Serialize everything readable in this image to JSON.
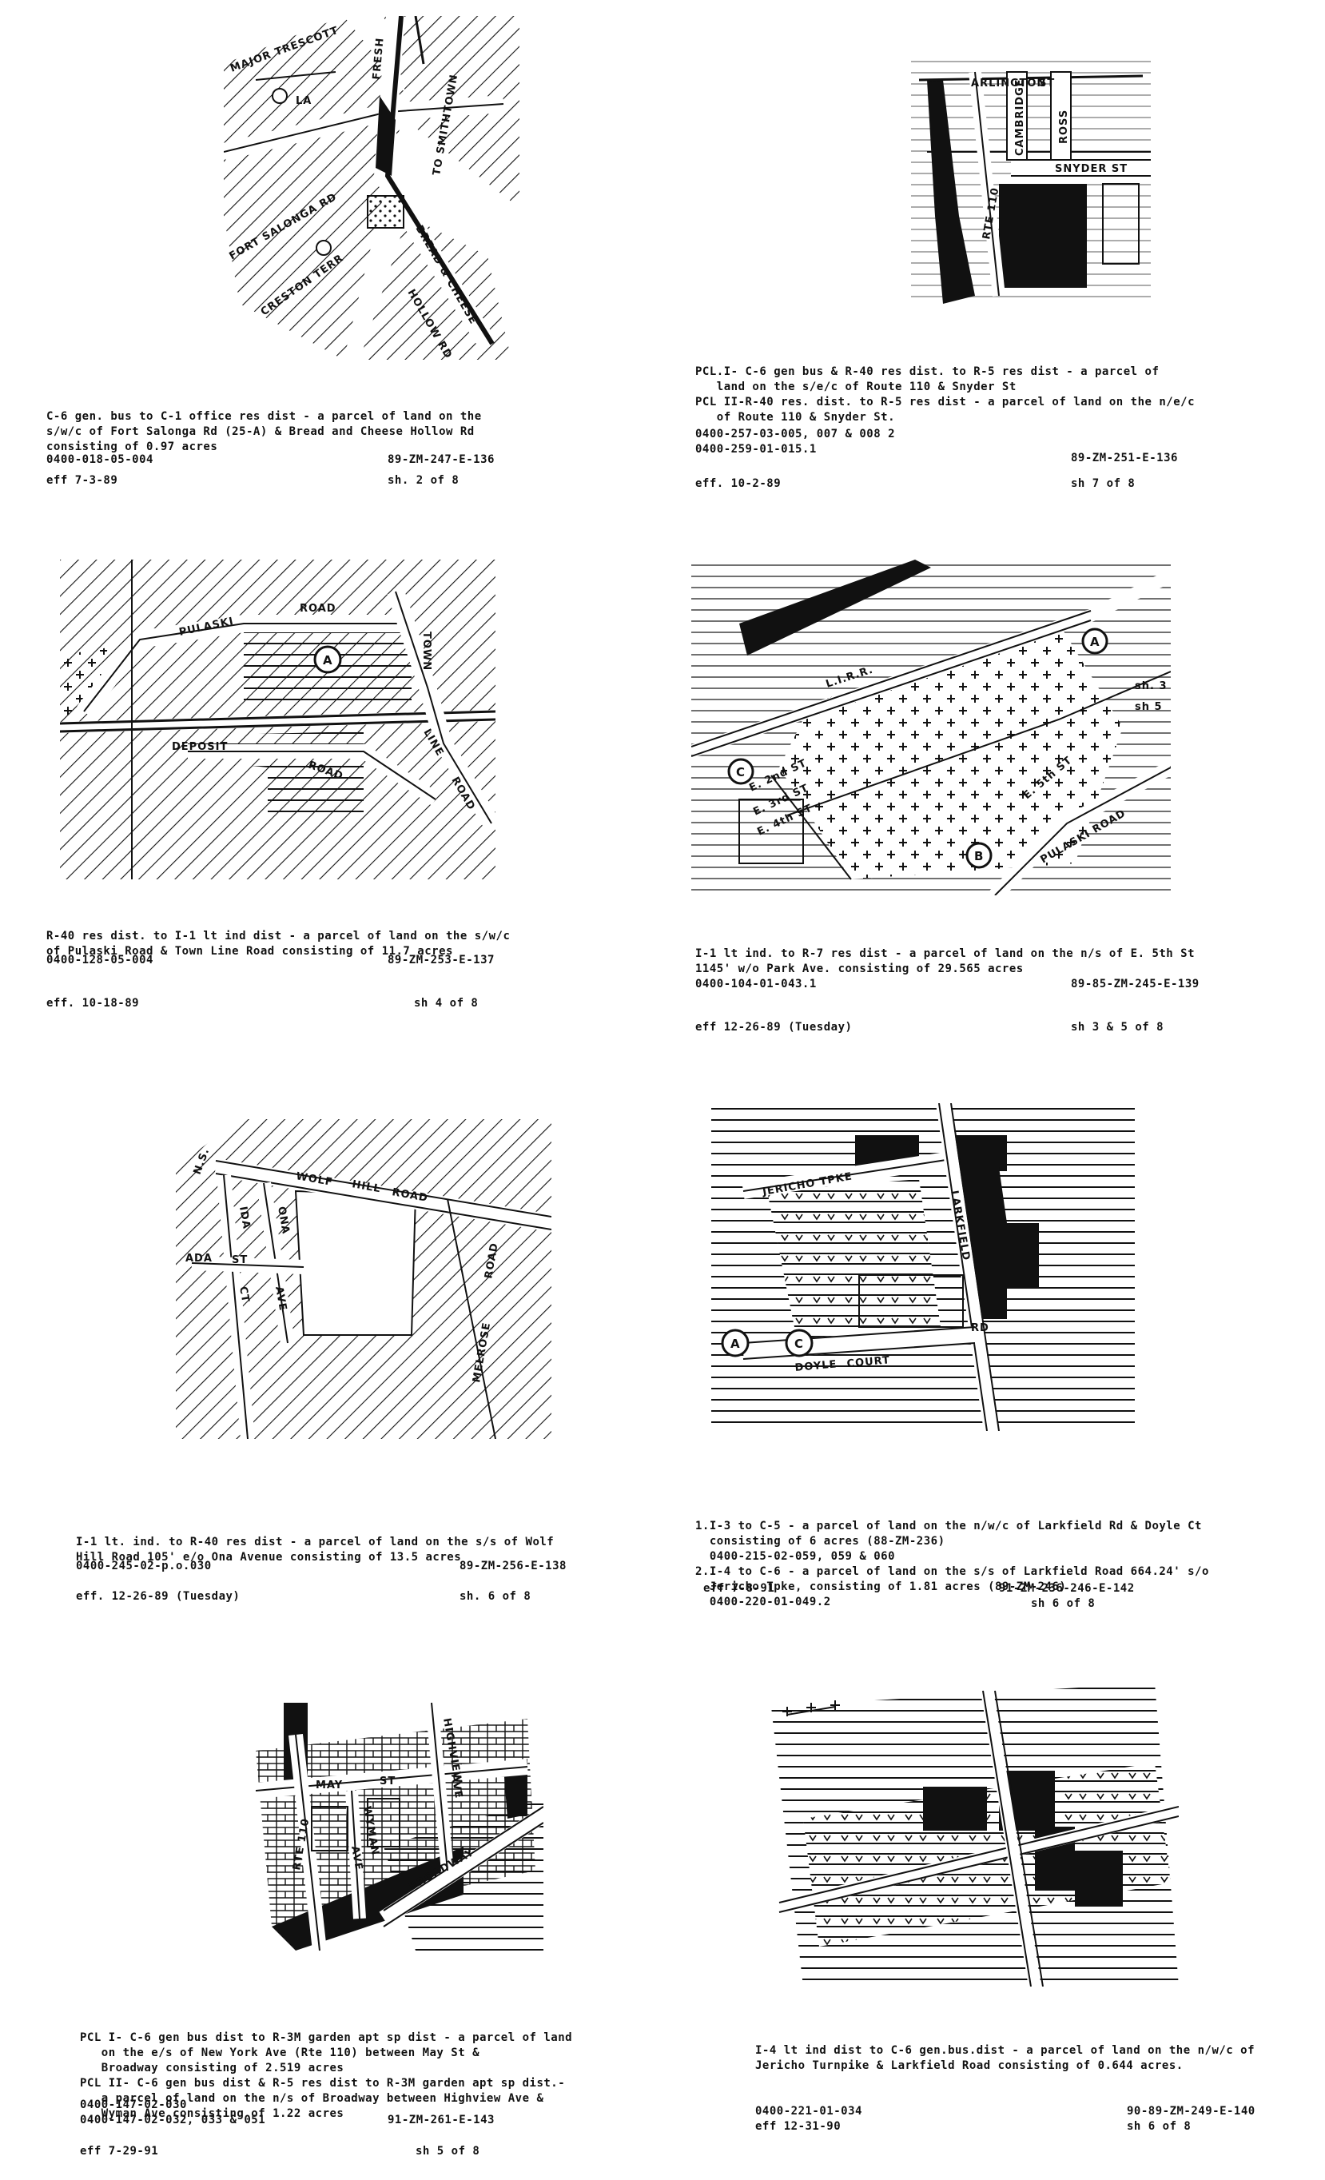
{
  "pages": [
    {
      "caption": [
        "C-6 gen. bus to C-1 office res dist - a parcel of land on the",
        "s/w/c of Fort Salonga Rd (25-A) & Bread and Cheese Hollow Rd",
        "consisting of 0.97 acres"
      ],
      "tax": "0400-018-05-004",
      "code": "89-ZM-247-E-136",
      "eff": "eff 7-3-89",
      "sheet": "sh. 2 of 8",
      "map_labels": {
        "a": "MAJOR TRESCOTT",
        "b": "LA",
        "c": "FRESH",
        "d": "TO SMITHTOWN",
        "e": "FORT SALONGA RD",
        "f": "CRESTON TERR",
        "g": "BREAD & CHEESE",
        "h": "HOLLOW RD"
      }
    },
    {
      "caption": [
        "PCL.I- C-6 gen bus & R-40 res dist. to R-5 res dist - a parcel of",
        "   land on the s/e/c of Route 110 & Snyder St",
        "PCL II-R-40 res. dist. to R-5 res dist - a parcel of land on the n/e/c",
        "   of Route 110 & Snyder St."
      ],
      "tax": "0400-257-03-005, 007 & 008 2\n0400-259-01-015.1",
      "code": "89-ZM-251-E-136",
      "eff": "eff. 10-2-89",
      "sheet": "sh 7 of 8",
      "map_labels": {
        "a": "ARLINGTON",
        "b": "ST",
        "c": "RTE 110",
        "d": "CAMBRIDGE",
        "e": "ROSS",
        "f": "SNYDER ST"
      }
    },
    {
      "caption": [
        "R-40 res dist. to I-1 lt ind dist - a parcel of land on the s/w/c",
        "of Pulaski Road & Town Line Road consisting of 11.7 acres"
      ],
      "tax": "0400-128-05-004",
      "code": "89-ZM-253-E-137",
      "eff": "eff. 10-18-89",
      "sheet": "sh 4 of 8",
      "map_labels": {
        "a": "PULASKI",
        "b": "ROAD",
        "c": "TOWN",
        "d": "LINE",
        "e": "ROAD",
        "f": "DEPOSIT",
        "g": "ROAD",
        "circle": "A"
      }
    },
    {
      "caption": [
        "I-1 lt ind. to R-7 res dist - a parcel of land on the n/s of E. 5th St",
        "1145' w/o Park Ave. consisting of 29.565 acres"
      ],
      "tax": "0400-104-01-043.1",
      "code": "89-85-ZM-245-E-139",
      "eff": "eff 12-26-89 (Tuesday)",
      "sheet": "sh 3 & 5 of 8",
      "map_labels": {
        "a": "L.I.R.R.",
        "b": "sh. 3",
        "c": "sh 5",
        "d": "E. 2nd ST",
        "e": "E. 3rd ST",
        "f": "E. 4th ST",
        "g": "E. 5th ST",
        "h": "PULASKI ROAD",
        "c1": "A",
        "c2": "C",
        "c3": "B"
      }
    },
    {
      "caption": [
        "I-1 lt. ind. to R-40 res dist - a parcel of land on the s/s of Wolf",
        "Hill Road 105' e/o Ona Avenue consisting of 13.5 acres"
      ],
      "tax": "0400-245-02-p.o.030",
      "code": "89-ZM-256-E-138",
      "eff": "eff. 12-26-89 (Tuesday)",
      "sheet": "sh. 6 of 8",
      "map_labels": {
        "a": "WOLF",
        "b": "HILL",
        "c": "ROAD",
        "d": "N.S.",
        "e": "IDA",
        "f": "ONA",
        "g": "ADA",
        "h": "ST",
        "i": "CT",
        "j": "AVE",
        "k": "MELROSE",
        "l": "ROAD"
      }
    },
    {
      "caption": [
        "1.I-3 to C-5 - a parcel of land on the n/w/c of Larkfield Rd & Doyle Ct",
        "  consisting of 6 acres (88-ZM-236)",
        "  0400-215-02-059, 059 & 060",
        "2.I-4 to C-6 - a parcel of land on the s/s of Larkfield Road 664.24' s/o",
        "  Jericho Tpke, consisting of 1.81 acres (89-ZM-246)",
        "  0400-220-01-049.2"
      ],
      "tax": "",
      "code": "91-ZM-236-246-E-142",
      "eff": "eff 7-8-91",
      "sheet": "sh 6 of 8",
      "map_labels": {
        "a": "JERICHO TPKE",
        "b": "LARKFIELD",
        "c": "DOYLE",
        "d": "COURT",
        "e": "RD",
        "c1": "A",
        "c2": "C"
      }
    },
    {
      "caption": [
        "PCL I- C-6 gen bus dist to R-3M garden apt sp dist - a parcel of land",
        "   on the e/s of New York Ave (Rte 110) between May St &",
        "   Broadway consisting of 2.519 acres",
        "PCL II- C-6 gen bus dist & R-5 res dist to R-3M garden apt sp dist.-",
        "   a parcel of land on the n/s of Broadway between Highview Ave &",
        "   Wyman Ave consisting of 1.22 acres"
      ],
      "tax": "0400-147-02-030\n0400-147-02-032, 033 & 051",
      "code": "91-ZM-261-E-143",
      "eff": "eff 7-29-91",
      "sheet": "sh 5 of 8",
      "map_labels": {
        "a": "MAY",
        "b": "ST",
        "c": "HIGHVIEW",
        "d": "AVE",
        "e": "RTE 110",
        "f": "WYMAN",
        "g": "AVE",
        "h": "BROADWAY"
      }
    },
    {
      "caption": [
        "I-4 lt ind dist to C-6 gen.bus.dist - a parcel of land on the n/w/c of",
        "Jericho Turnpike & Larkfield Road consisting of 0.644 acres."
      ],
      "tax": "0400-221-01-034",
      "code": "90-89-ZM-249-E-140",
      "eff": "eff 12-31-90",
      "sheet": "sh 6 of 8",
      "map_labels": {}
    }
  ]
}
